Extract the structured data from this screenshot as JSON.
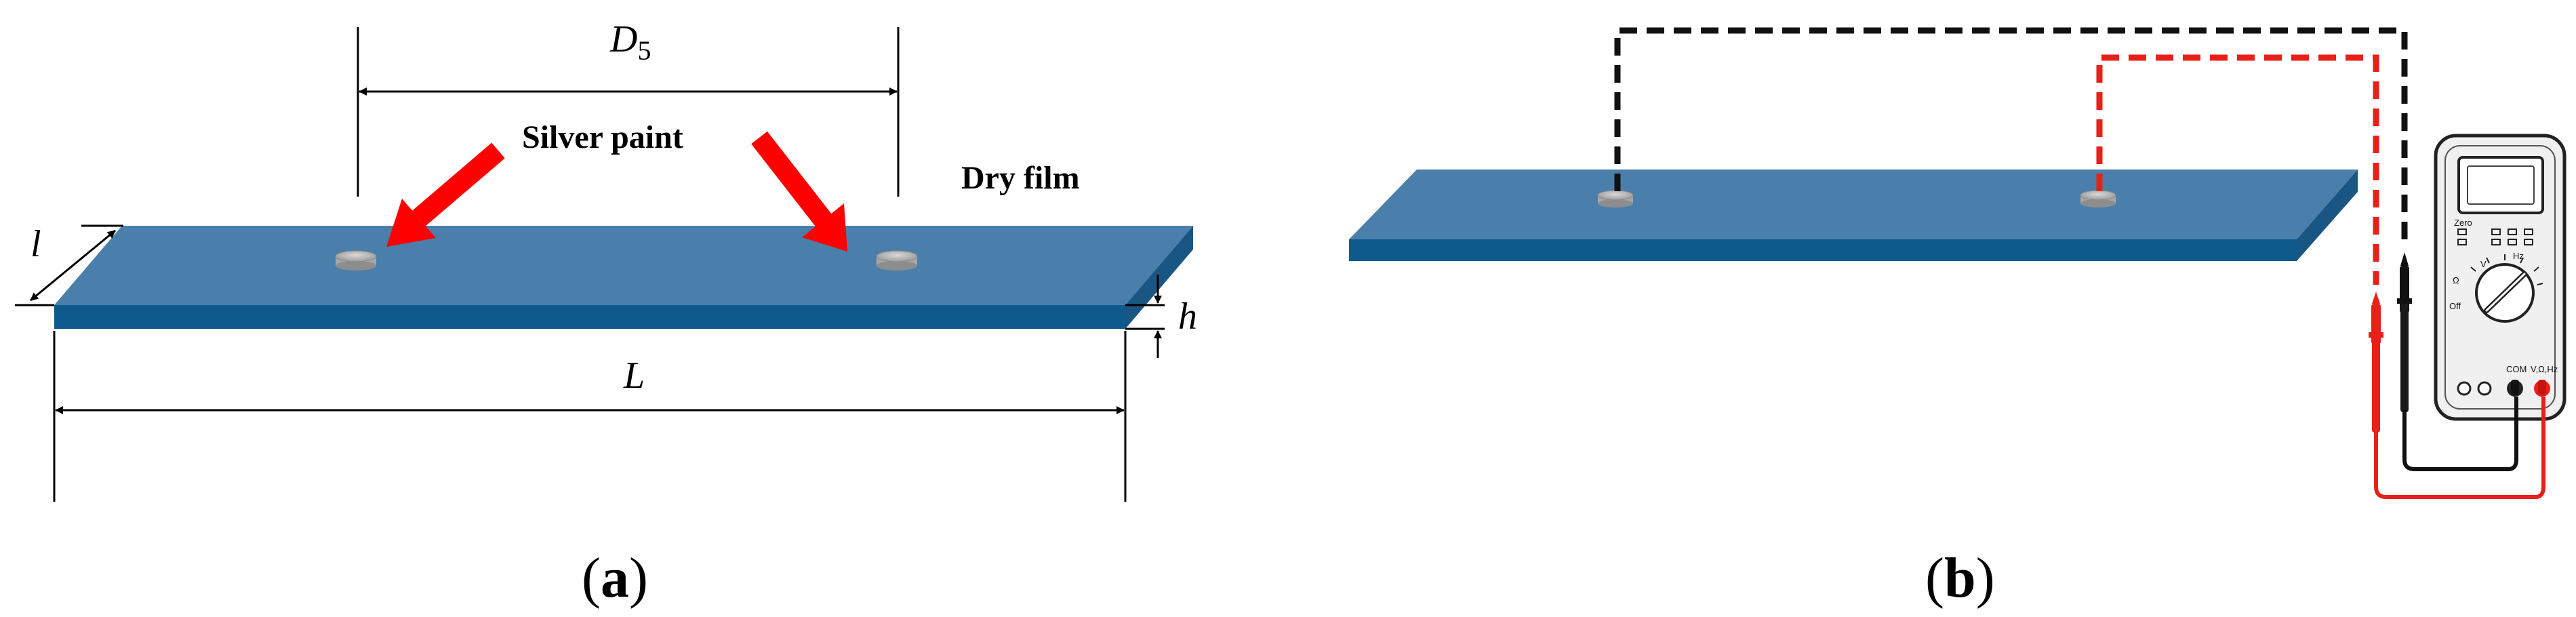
{
  "panel_a": {
    "labels": {
      "length_total": "L",
      "width": "l",
      "thickness": "h",
      "electrode_distance_main": "D",
      "electrode_distance_sub": "5",
      "silver_paint": "Silver paint",
      "dry_film": "Dry film"
    },
    "caption": {
      "open": "(",
      "letter": "a",
      "close": ")"
    }
  },
  "panel_b": {
    "multimeter": {
      "dial_labels": {
        "zero": "Zero",
        "v": "V",
        "hz": "Hz",
        "ohm": "Ω",
        "off": "Off"
      },
      "jacks": {
        "com": "COM",
        "v_ohm_hz": "V,Ω,Hz"
      }
    },
    "caption": {
      "open": "(",
      "letter": "b",
      "close": ")"
    }
  },
  "colors": {
    "film_top": "#4a7fab",
    "film_front": "#0e5a8c",
    "film_side": "#1f5f8e",
    "silver_disc": "#b5b5b5",
    "arrow_red": "#ff0000",
    "lead_red": "#e8201a",
    "lead_black": "#111111",
    "meter_body": "#e9e9e9"
  }
}
